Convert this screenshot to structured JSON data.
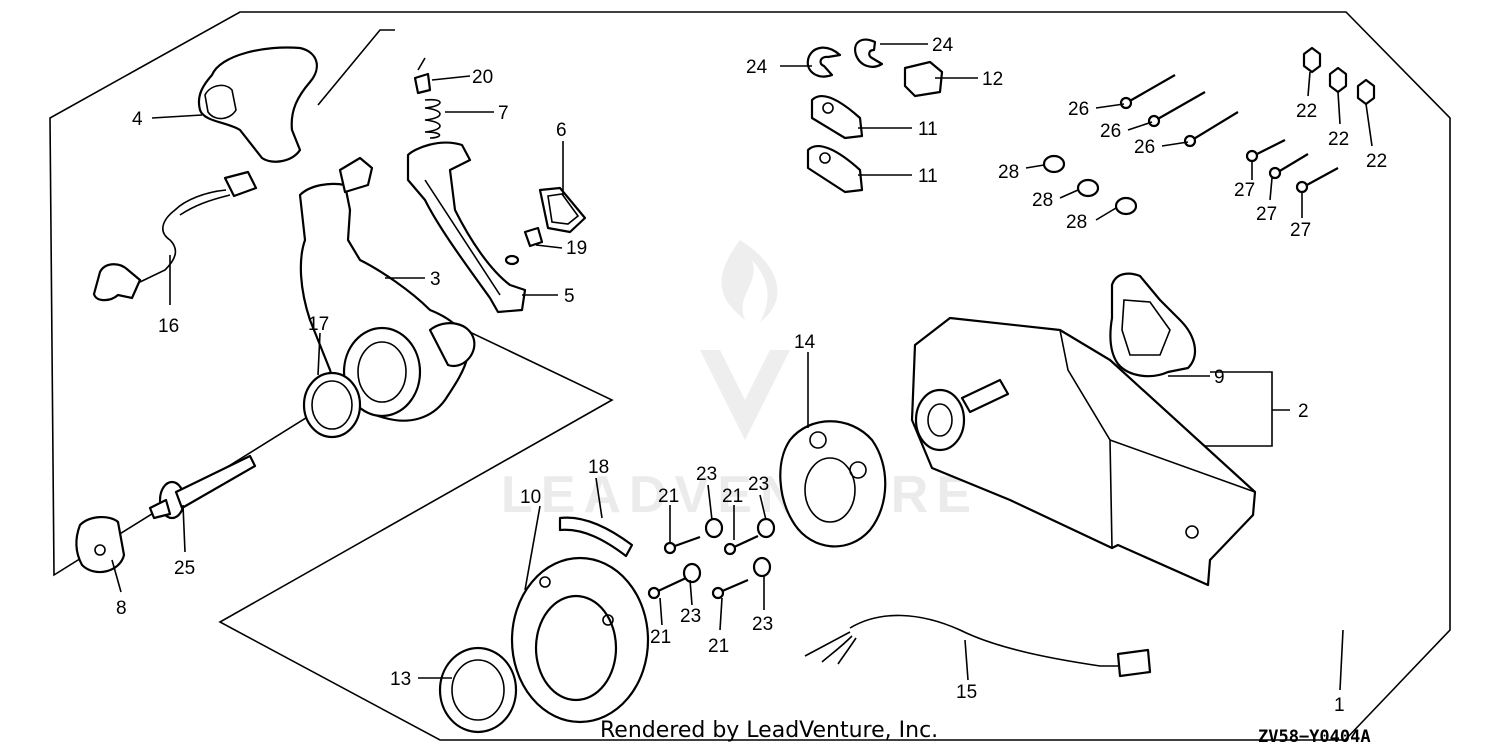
{
  "diagram": {
    "callouts": [
      {
        "id": "c20",
        "text": "20"
      },
      {
        "id": "c7",
        "text": "7"
      },
      {
        "id": "c4",
        "text": "4"
      },
      {
        "id": "c6",
        "text": "6"
      },
      {
        "id": "c3",
        "text": "3"
      },
      {
        "id": "c19",
        "text": "19"
      },
      {
        "id": "c5",
        "text": "5"
      },
      {
        "id": "c16",
        "text": "16"
      },
      {
        "id": "c17",
        "text": "17"
      },
      {
        "id": "c25",
        "text": "25"
      },
      {
        "id": "c8",
        "text": "8"
      },
      {
        "id": "c24a",
        "text": "24"
      },
      {
        "id": "c24b",
        "text": "24"
      },
      {
        "id": "c12",
        "text": "12"
      },
      {
        "id": "c11a",
        "text": "11"
      },
      {
        "id": "c11b",
        "text": "11"
      },
      {
        "id": "c26a",
        "text": "26"
      },
      {
        "id": "c26b",
        "text": "26"
      },
      {
        "id": "c26c",
        "text": "26"
      },
      {
        "id": "c22a",
        "text": "22"
      },
      {
        "id": "c22b",
        "text": "22"
      },
      {
        "id": "c22c",
        "text": "22"
      },
      {
        "id": "c28a",
        "text": "28"
      },
      {
        "id": "c28b",
        "text": "28"
      },
      {
        "id": "c28c",
        "text": "28"
      },
      {
        "id": "c27a",
        "text": "27"
      },
      {
        "id": "c27b",
        "text": "27"
      },
      {
        "id": "c27c",
        "text": "27"
      },
      {
        "id": "c9",
        "text": "9"
      },
      {
        "id": "c2",
        "text": "2"
      },
      {
        "id": "c14",
        "text": "14"
      },
      {
        "id": "c18",
        "text": "18"
      },
      {
        "id": "c10",
        "text": "10"
      },
      {
        "id": "c21a",
        "text": "21"
      },
      {
        "id": "c23a",
        "text": "23"
      },
      {
        "id": "c21b",
        "text": "21"
      },
      {
        "id": "c23b",
        "text": "23"
      },
      {
        "id": "c21c",
        "text": "21"
      },
      {
        "id": "c23c",
        "text": "23"
      },
      {
        "id": "c21d",
        "text": "21"
      },
      {
        "id": "c23d",
        "text": "23"
      },
      {
        "id": "c13",
        "text": "13"
      },
      {
        "id": "c15",
        "text": "15"
      },
      {
        "id": "c1",
        "text": "1"
      }
    ],
    "footer_credit": "Rendered by LeadVenture, Inc.",
    "diagram_code": "ZV58−Y0404A",
    "watermark_text": "LEADVENTURE"
  }
}
